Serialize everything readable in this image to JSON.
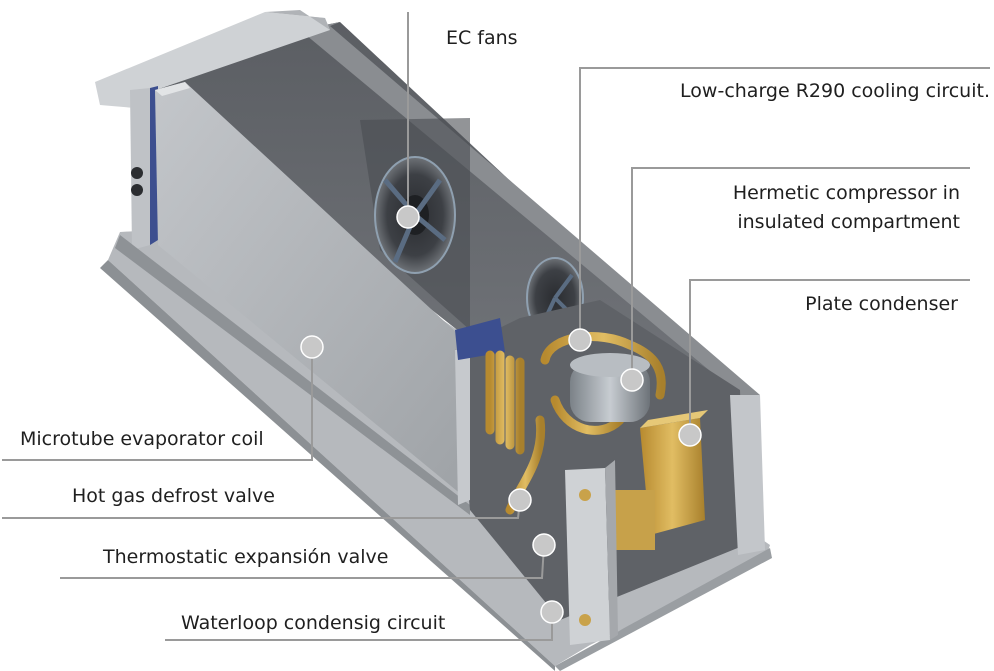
{
  "callouts": {
    "ec_fans": "EC fans",
    "cooling_circuit": "Low-charge R290 cooling circuit.",
    "compressor_line1": "Hermetic compressor in",
    "compressor_line2": "insulated compartment",
    "plate_condenser": "Plate condenser",
    "evaporator": "Microtube evaporator coil",
    "defrost_valve": "Hot gas defrost valve",
    "expansion_valve": "Thermostatic expansión valve",
    "waterloop": "Waterloop condensig circuit"
  },
  "colors": {
    "leader": "#9a9a9a",
    "marker": "#c8c8c8",
    "frame_outer": "#b9bcc0",
    "frame_inner": "#6b6e72",
    "panel": "#a9acb0",
    "copper": "#d8a34a",
    "brass": "#c9a24a",
    "fan": "#3a3d42"
  }
}
